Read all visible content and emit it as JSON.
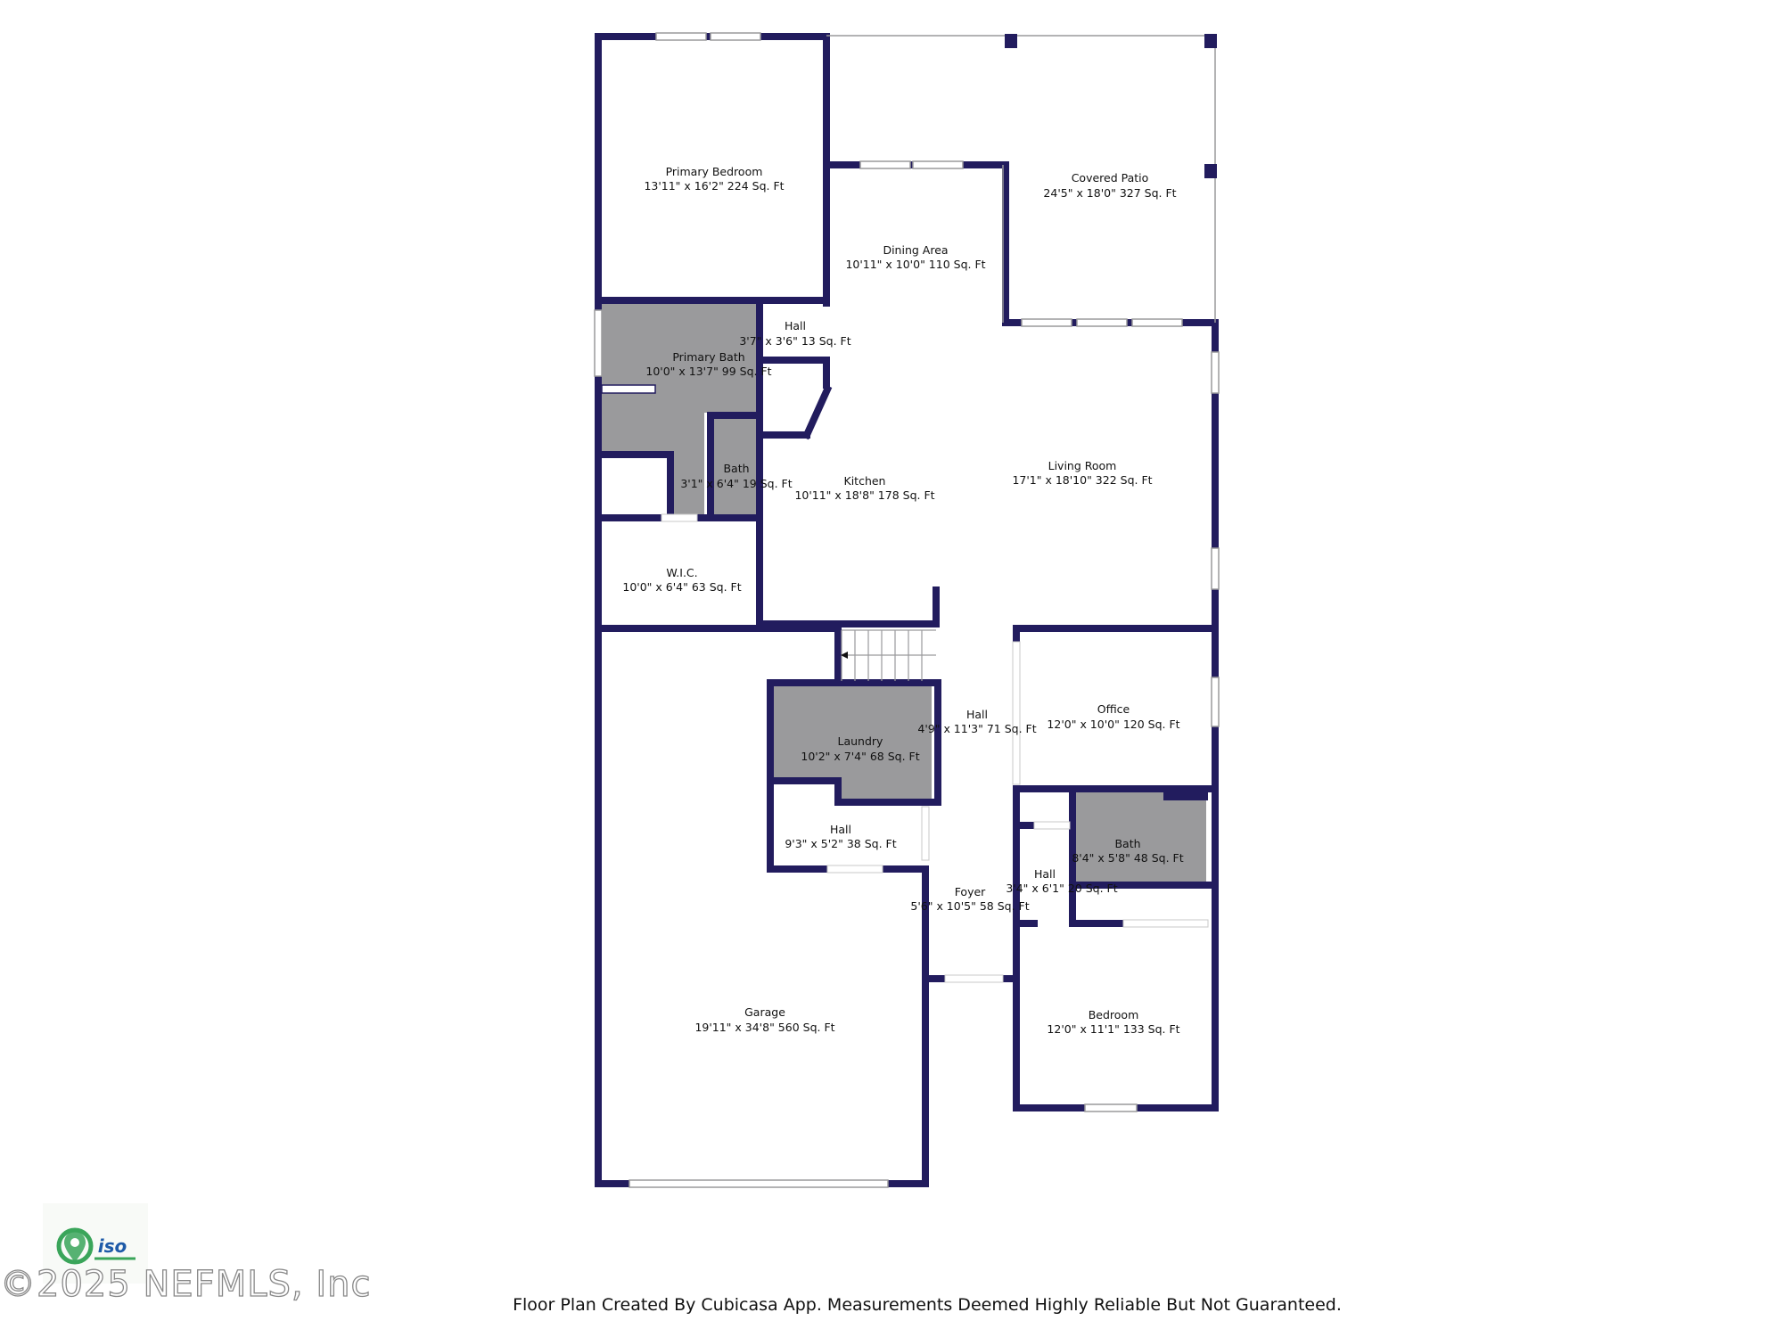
{
  "rooms": {
    "primary_bedroom": {
      "name": "Primary Bedroom",
      "dims": "13'11\" x 16'2\" 224 Sq. Ft"
    },
    "covered_patio": {
      "name": "Covered Patio",
      "dims": "24'5\" x 18'0\" 327 Sq. Ft"
    },
    "dining_area": {
      "name": "Dining Area",
      "dims": "10'11\" x 10'0\" 110 Sq. Ft"
    },
    "hall_upper": {
      "name": "Hall",
      "dims": "3'7\" x 3'6\" 13 Sq. Ft"
    },
    "primary_bath": {
      "name": "Primary Bath",
      "dims": "10'0\" x 13'7\" 99 Sq. Ft"
    },
    "bath_small": {
      "name": "Bath",
      "dims": "3'1\" x 6'4\" 19 Sq. Ft"
    },
    "kitchen": {
      "name": "Kitchen",
      "dims": "10'11\" x 18'8\" 178 Sq. Ft"
    },
    "living_room": {
      "name": "Living Room",
      "dims": "17'1\" x 18'10\" 322 Sq. Ft"
    },
    "wic": {
      "name": "W.I.C.",
      "dims": "10'0\" x 6'4\" 63 Sq. Ft"
    },
    "laundry": {
      "name": "Laundry",
      "dims": "10'2\" x 7'4\" 68 Sq. Ft"
    },
    "hall_center": {
      "name": "Hall",
      "dims": "4'9\" x 11'3\" 71 Sq. Ft"
    },
    "office": {
      "name": "Office",
      "dims": "12'0\" x 10'0\" 120 Sq. Ft"
    },
    "hall_laundry": {
      "name": "Hall",
      "dims": "9'3\" x 5'2\" 38 Sq. Ft"
    },
    "bath_right": {
      "name": "Bath",
      "dims": "8'4\" x 5'8\" 48 Sq. Ft"
    },
    "hall_right": {
      "name": "Hall",
      "dims": "3'4\" x 6'1\" 20 Sq. Ft"
    },
    "foyer": {
      "name": "Foyer",
      "dims": "5'6\" x 10'5\" 58 Sq. Ft"
    },
    "garage": {
      "name": "Garage",
      "dims": "19'11\" x 34'8\" 560 Sq. Ft"
    },
    "bedroom": {
      "name": "Bedroom",
      "dims": "12'0\" x 11'1\" 133 Sq. Ft"
    }
  },
  "footer": {
    "disclaimer": "Floor Plan Created By Cubicasa App. Measurements Deemed Highly Reliable But Not Guaranteed."
  },
  "watermark": {
    "copyright": "©2025 NEFMLS, Inc",
    "logo_text": "iso"
  },
  "colors": {
    "wall": "#221c5e",
    "wet_room": "#9a9a9c",
    "window": "#ffffff"
  }
}
